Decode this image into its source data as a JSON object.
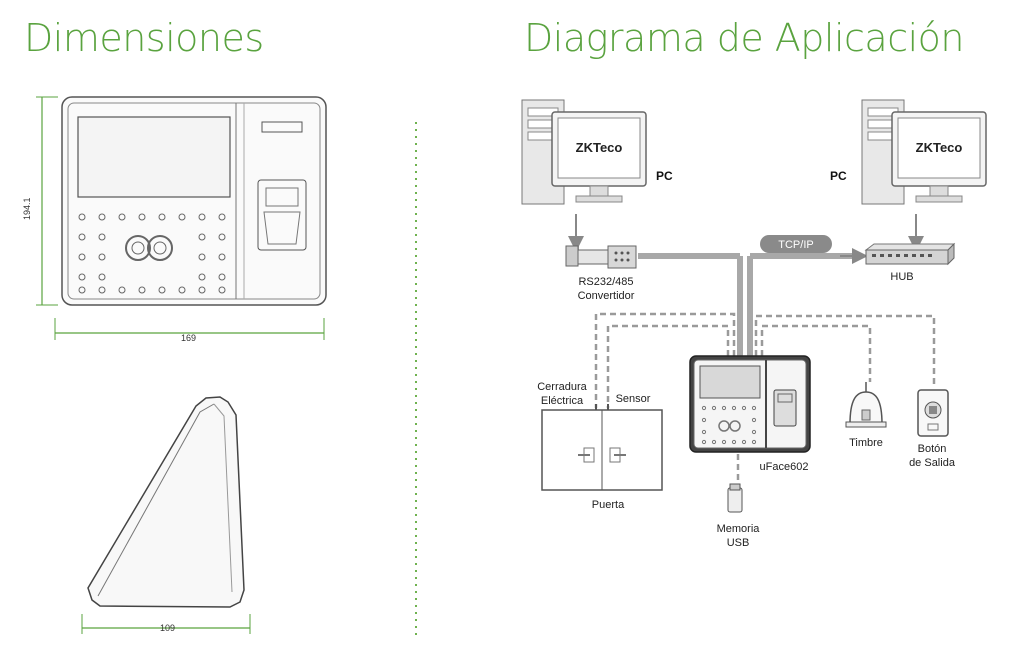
{
  "headings": {
    "dimensions": "Dimensiones",
    "application": "Diagrama de Aplicación"
  },
  "dimensions": {
    "height": "194.1",
    "width": "169",
    "depth": "109"
  },
  "labels": {
    "pc_left": "PC",
    "pc_right": "PC",
    "monitor_brand": "ZKTeco",
    "converter_line1": "RS232/485",
    "converter_line2": "Convertidor",
    "tcpip": "TCP/IP",
    "hub": "HUB",
    "lock_line1": "Cerradura",
    "lock_line2": "Eléctrica",
    "sensor": "Sensor",
    "door": "Puerta",
    "device": "uFace602",
    "usb_line1": "Memoria",
    "usb_line2": "USB",
    "bell": "Timbre",
    "exit_line1": "Botón",
    "exit_line2": "de Salida"
  },
  "colors": {
    "accent_green": "#5aa33f",
    "line_gray": "#a8a8a8",
    "dashed_gray": "#9a9a9a",
    "device_dark": "#333333"
  }
}
